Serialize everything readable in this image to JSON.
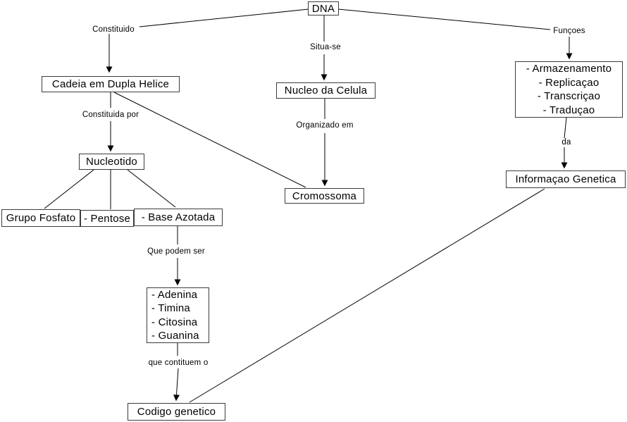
{
  "diagram": {
    "nodes": {
      "dna": {
        "label": "DNA"
      },
      "cadeia": {
        "label": "Cadeia em Dupla Helice"
      },
      "nucleo": {
        "label": "Nucleo da Celula"
      },
      "funcoes": {
        "items": [
          "- Armazenamento",
          "- Replicaçao",
          "- Transcriçao",
          "- Traduçao"
        ]
      },
      "nucleotido": {
        "label": "Nucleotido"
      },
      "grupo_fosfato": {
        "label": "Grupo Fosfato"
      },
      "pentose": {
        "label": "- Pentose"
      },
      "base_azotada": {
        "label": "- Base Azotada"
      },
      "cromossoma": {
        "label": "Cromossoma"
      },
      "informacao_genetica": {
        "label": "Informaçao Genetica"
      },
      "bases": {
        "items": [
          "- Adenina",
          "- Timina",
          "- Citosina",
          "- Guanina"
        ]
      },
      "codigo_genetico": {
        "label": "Codigo genetico"
      }
    },
    "edge_labels": {
      "constituido": "Constituido",
      "situa_se": "Situa-se",
      "funcoes": "Funçoes",
      "constituida_por": "Constituida por",
      "organizado_em": "Organizado em",
      "da": "da",
      "que_podem_ser": "Que podem ser",
      "que_contituem_o": "que contituem o"
    },
    "colors": {
      "background": "#ffffff",
      "line": "#000000",
      "box_border": "#3c3c3c",
      "text": "#000000"
    }
  }
}
